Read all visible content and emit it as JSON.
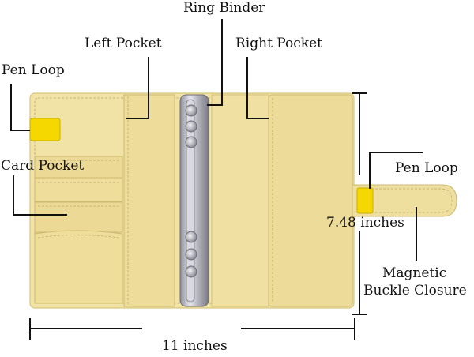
{
  "colors": {
    "leather": "#f1e3a6",
    "leather_dark": "#e3cf84",
    "stitch": "#b8a566",
    "tab_yellow": "#f5d800",
    "ring_metal": "#c8c8d0",
    "line": "#111111"
  },
  "labels": {
    "ring_binder": "Ring Binder",
    "left_pocket": "Left Pocket",
    "right_pocket": "Right Pocket",
    "pen_loop_left": "Pen Loop",
    "card_pocket": "Card Pocket",
    "pen_loop_right": "Pen Loop",
    "height": "7.48 inches",
    "magnetic_line1": "Magnetic",
    "magnetic_line2": "Buckle Closure",
    "width": "11 inches"
  },
  "icons": [
    "ring-binder-icon",
    "pen-loop-tab-icon",
    "magnetic-strap-icon"
  ]
}
